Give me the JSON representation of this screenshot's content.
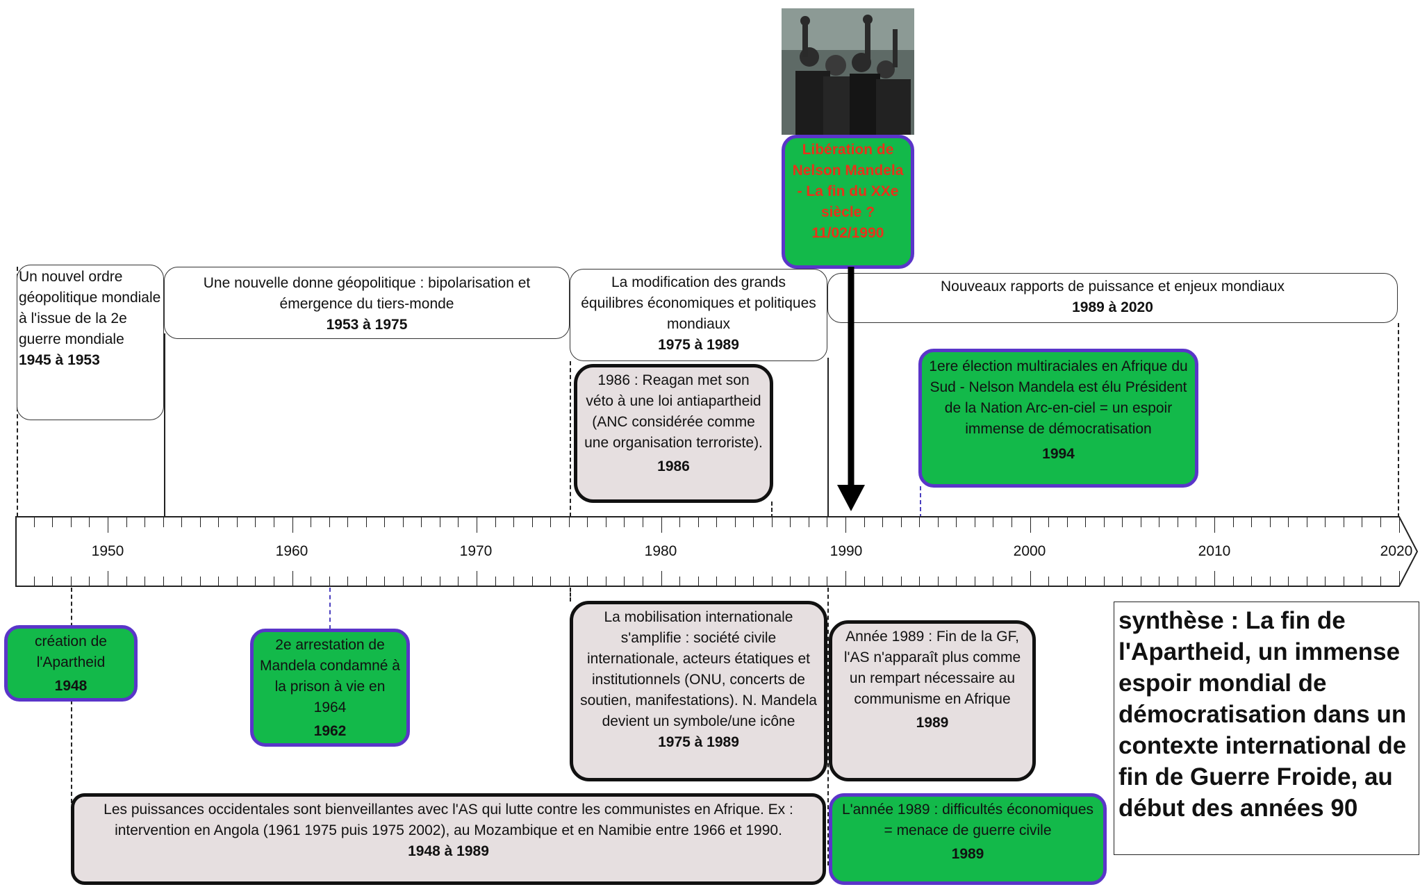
{
  "periods": [
    {
      "text": "Un nouvel ordre géopolitique mondiale à l'issue de la 2e guerre mondiale",
      "dates": "1945 à 1953"
    },
    {
      "text": "Une nouvelle donne géopolitique : bipolarisation et émergence du tiers-monde",
      "dates": "1953 à 1975"
    },
    {
      "text": "La modification des grands équilibres économiques et politiques mondiaux",
      "dates": "1975 à 1989"
    },
    {
      "text": "Nouveaux rapports de puissance et enjeux mondiaux",
      "dates": "1989 à 2020"
    }
  ],
  "events_above": [
    {
      "text": "1986 : Reagan met son véto à une loi antiapartheid (ANC considérée comme une organisation terroriste).",
      "date": "1986"
    },
    {
      "text": "1ere élection multiraciales en Afrique du Sud - Nelson Mandela est élu Président de la Nation Arc-en-ciel = un espoir immense de démocratisation",
      "date": "1994"
    }
  ],
  "highlight": {
    "text": "Libération de Nelson Mandela - La fin du XXe siècle ?",
    "date": "11/02/1990",
    "photo_icon": "crowd-photo"
  },
  "axis": {
    "labels": [
      "1950",
      "1960",
      "1970",
      "1980",
      "1990",
      "2000",
      "2010",
      "2020"
    ]
  },
  "events_below": [
    {
      "text": "création de l'Apartheid",
      "date": "1948"
    },
    {
      "text": "2e arrestation de Mandela condamné à la prison à vie en 1964",
      "date": "1962"
    },
    {
      "text": "La mobilisation internationale s'amplifie : société civile internationale, acteurs étatiques et institutionnels (ONU, concerts de soutien, manifestations). N. Mandela devient un symbole/une icône",
      "date": "1975 à 1989"
    },
    {
      "text": "Année 1989 : Fin de la GF, l'AS n'apparaît plus comme un rempart nécessaire au communisme en Afrique",
      "date": "1989"
    },
    {
      "text": "Les puissances occidentales sont bienveillantes avec l'AS qui lutte contre les communistes en Afrique. Ex : intervention en Angola (1961 1975 puis 1975 2002), au Mozambique et en Namibie entre 1966 et 1990.",
      "date": "1948 à 1989"
    },
    {
      "text": "L'année 1989 : difficultés économiques = menace de guerre civile",
      "date": "1989"
    }
  ],
  "synthese": "synthèse : La fin de l'Apartheid, un immense espoir mondial de démocratisation dans un contexte international de fin de Guerre Froide, au début des années 90",
  "colors": {
    "green_box": "#13b94a",
    "purple_border": "#5a35c9",
    "grey_box": "#e6dfe0",
    "highlight_text": "#e8321a"
  }
}
